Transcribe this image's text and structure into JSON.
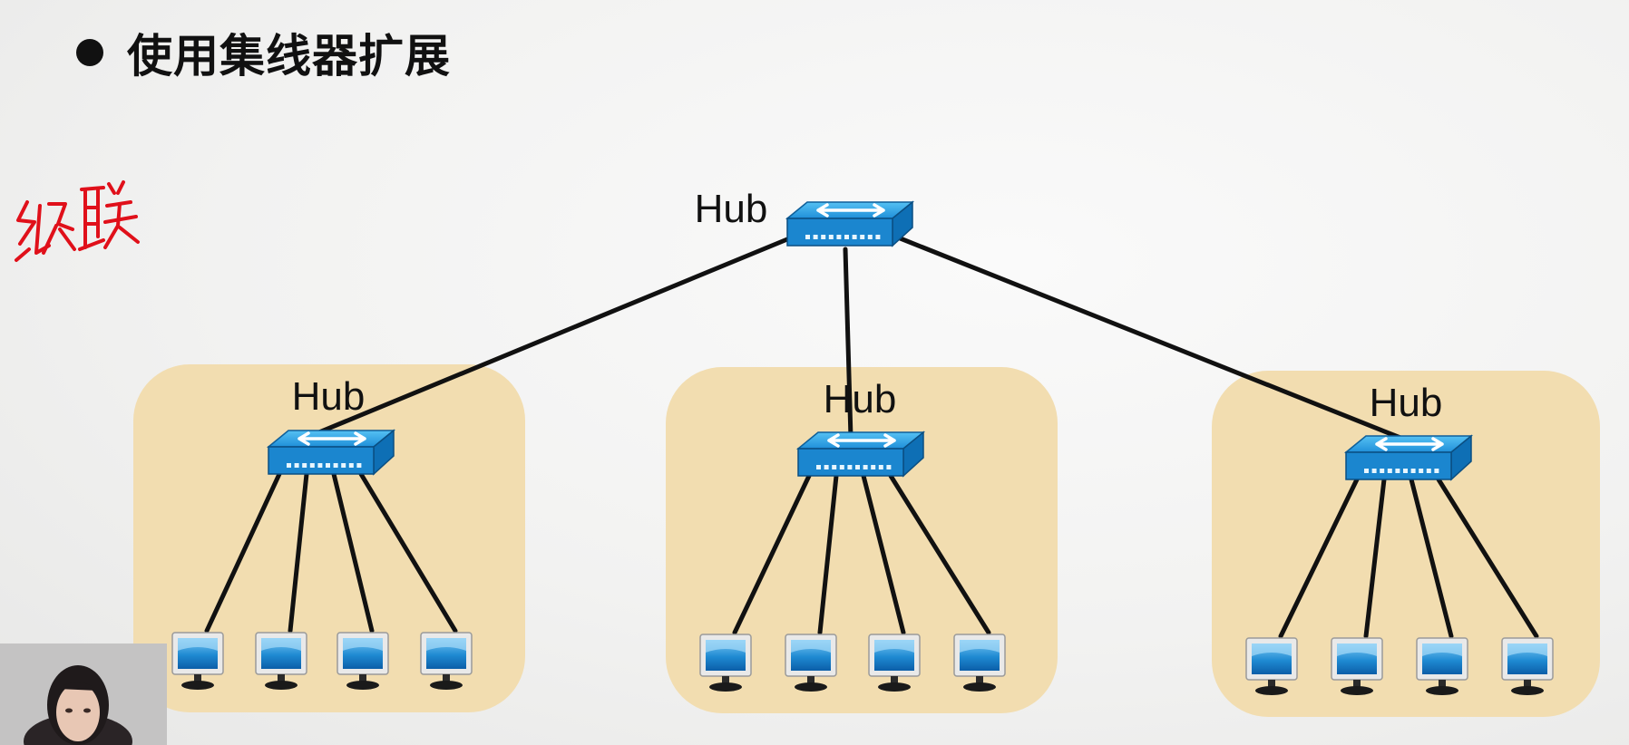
{
  "slide": {
    "title": "使用集线器扩展",
    "bullet_icon": "filled-circle"
  },
  "annotation": {
    "text": "级联",
    "color": "#e0101a"
  },
  "diagram": {
    "type": "network-topology",
    "root_hub": {
      "label": "Hub"
    },
    "groups": [
      {
        "hub_label": "Hub",
        "computers": 4
      },
      {
        "hub_label": "Hub",
        "computers": 4
      },
      {
        "hub_label": "Hub",
        "computers": 4
      }
    ],
    "colors": {
      "group_background": "#f2ddb0",
      "hub_blue": "#1c8fd8",
      "link": "#111111"
    }
  },
  "webcam": {
    "icon": "presenter-video"
  }
}
